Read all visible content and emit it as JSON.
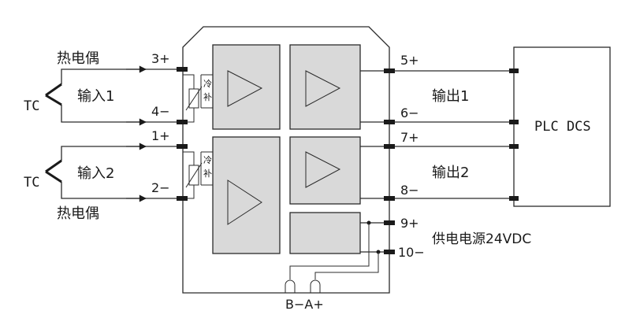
{
  "inputs": [
    {
      "tc_label": "TC",
      "sensor_label": "热电偶",
      "channel_label": "输入1",
      "pos_terminal": "3+",
      "neg_terminal": "4−"
    },
    {
      "tc_label": "TC",
      "sensor_label": "热电偶",
      "channel_label": "输入2",
      "pos_terminal": "1+",
      "neg_terminal": "2−"
    }
  ],
  "cold_junction": {
    "top": "冷",
    "bottom": "补"
  },
  "outputs": [
    {
      "channel_label": "输出1",
      "pos_terminal": "5+",
      "neg_terminal": "6−"
    },
    {
      "channel_label": "输出2",
      "pos_terminal": "7+",
      "neg_terminal": "8−"
    }
  ],
  "power": {
    "pos_terminal": "9+",
    "neg_terminal": "10−",
    "label": "供电电源24VDC"
  },
  "plc_label": "PLC DCS",
  "bus_label": "B−A+",
  "colors": {
    "bus_label": "#7a8a1a",
    "wire": "#2b2b2b",
    "module_fill": "#d9d9d9"
  }
}
